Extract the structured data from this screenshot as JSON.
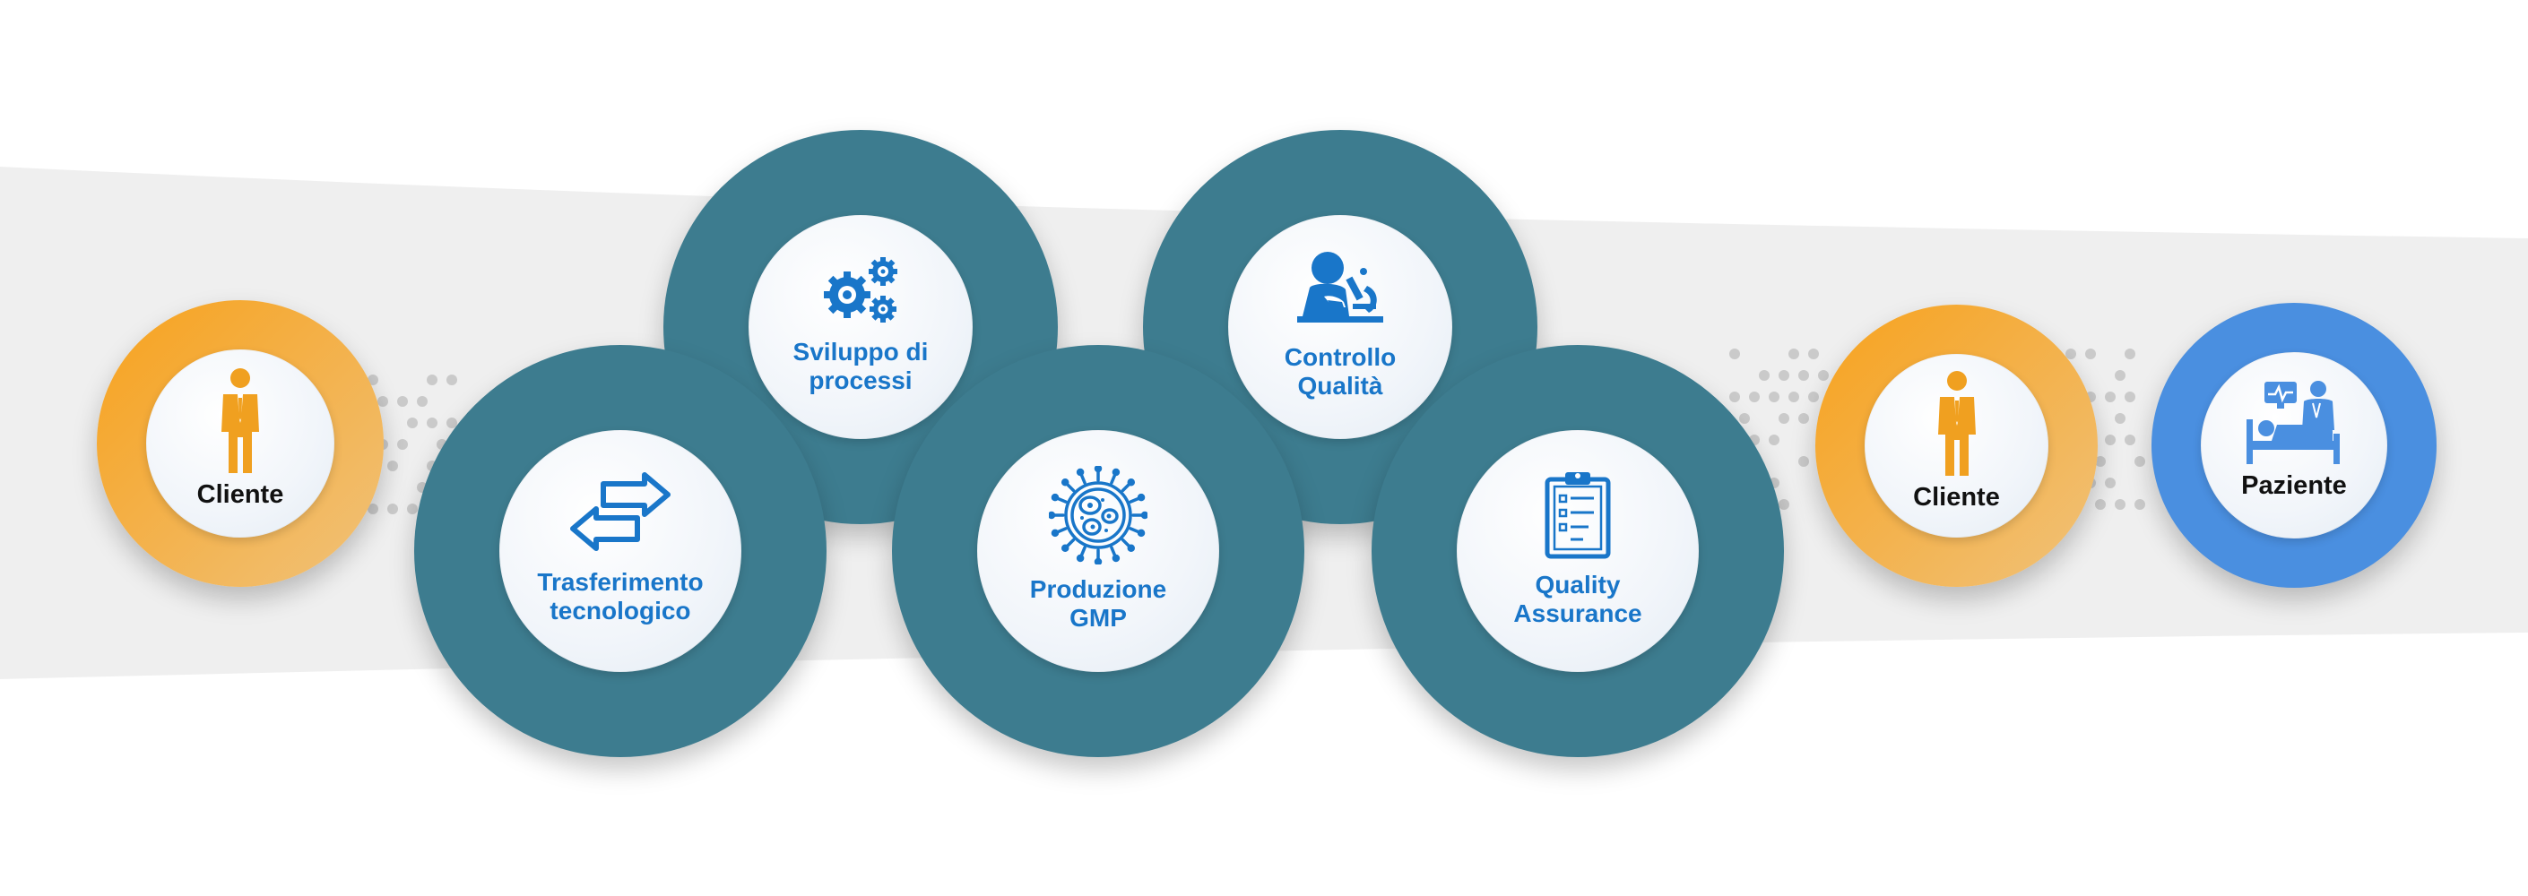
{
  "colors": {
    "band": "#eeeeee",
    "process_ring": "#3d7c8f",
    "process_text": "#1976c9",
    "client_ring": "#f7a21d",
    "patient_ring": "#4a8fe0",
    "dots": "#bdbdbd",
    "icon_blue": "#1976c9",
    "icon_orange": "#f0a020"
  },
  "nodes": {
    "client_left": {
      "label": "Cliente",
      "icon": "person-icon"
    },
    "tech_transfer": {
      "label_line1": "Trasferimento",
      "label_line2": "tecnologico",
      "icon": "arrows-exchange-icon"
    },
    "process_dev": {
      "label_line1": "Sviluppo di",
      "label_line2": "processi",
      "icon": "gears-icon"
    },
    "gmp": {
      "label_line1": "Produzione",
      "label_line2": "GMP",
      "icon": "cell-icon"
    },
    "qc": {
      "label_line1": "Controllo",
      "label_line2": "Qualità",
      "icon": "scientist-microscope-icon"
    },
    "qa": {
      "label_line1": "Quality",
      "label_line2": "Assurance",
      "icon": "clipboard-checklist-icon"
    },
    "client_right": {
      "label": "Cliente",
      "icon": "person-icon"
    },
    "patient": {
      "label": "Paziente",
      "icon": "patient-bed-icon"
    }
  }
}
